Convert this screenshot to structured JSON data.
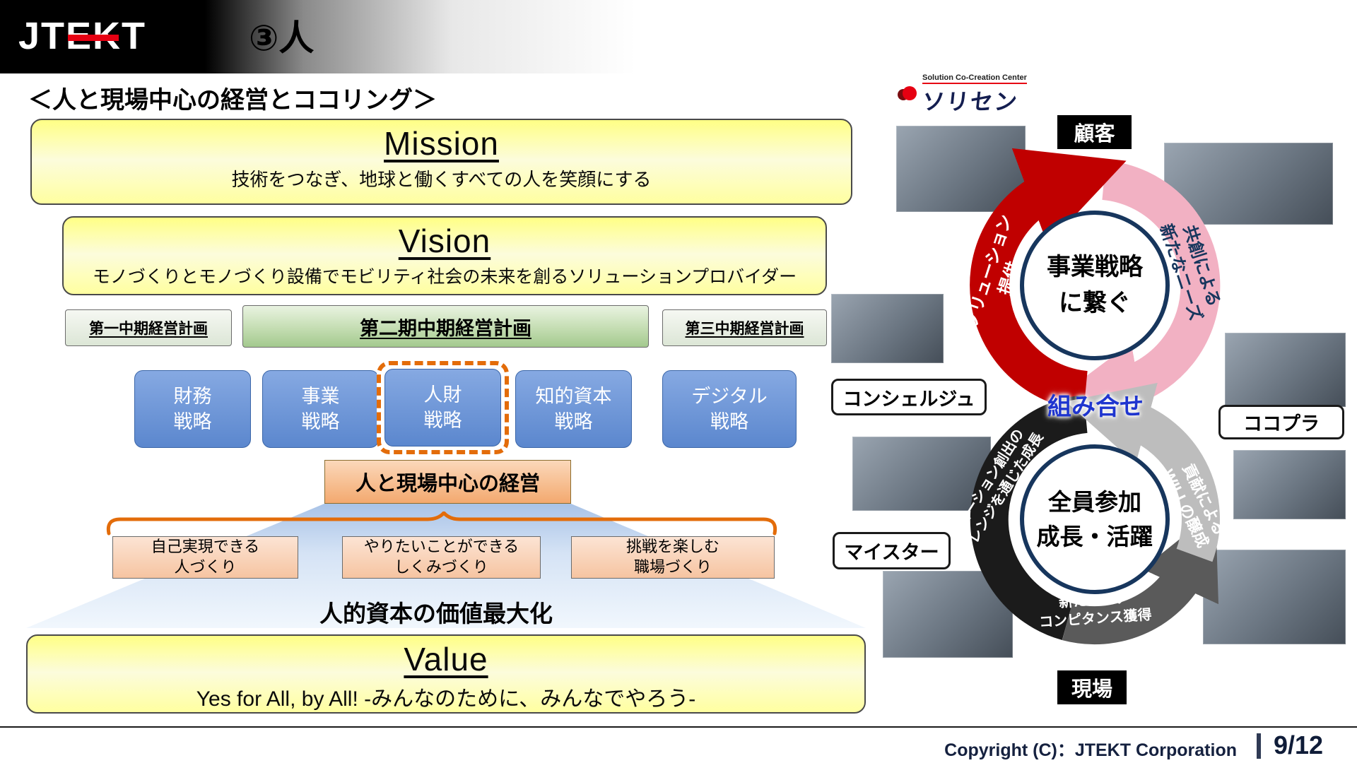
{
  "header": {
    "logo": "JTEKT",
    "title": "③人"
  },
  "subtitle": "＜人と現場中心の経営とココリング＞",
  "left": {
    "mission": {
      "heading": "Mission",
      "text": "技術をつなぎ、地球と働くすべての人を笑顔にする"
    },
    "vision": {
      "heading": "Vision",
      "text": "モノづくりとモノづくり設備でモビリティ社会の未来を創るソリューションプロバイダー"
    },
    "plans": [
      {
        "label": "第一中期経営計画"
      },
      {
        "label": "第二期中期経営計画"
      },
      {
        "label": "第三中期経営計画"
      }
    ],
    "strategies": [
      {
        "label": "財務\n戦略"
      },
      {
        "label": "事業\n戦略"
      },
      {
        "label": "人財\n戦略",
        "highlighted": true
      },
      {
        "label": "知的資本\n戦略"
      },
      {
        "label": "デジタル\n戦略"
      }
    ],
    "management_box": "人と現場中心の経営",
    "pillars": [
      {
        "label": "自己実現できる\n人づくり"
      },
      {
        "label": "やりたいことができる\nしくみづくり"
      },
      {
        "label": "挑戦を楽しむ\n職場づくり"
      }
    ],
    "caption": "人的資本の価値最大化",
    "value": {
      "heading": "Value",
      "text": "Yes for All, by All!  -みんなのために、みんなでやろう-"
    }
  },
  "right": {
    "logo": {
      "small": "Solution Co-Creation Center",
      "name": "ソリセン"
    },
    "labels": {
      "customer": "顧客",
      "genba": "現場",
      "concierge": "コンシェルジュ",
      "cocopla": "ココプラ",
      "meister": "マイスター"
    },
    "top_circle": "事業戦略\nに繋ぐ",
    "bottom_circle": "全員参加\n成長・活躍",
    "junction": "組み合せ",
    "arc_labels": {
      "solution_provide": "ソリューション\n提供",
      "co_creation": "共創による\n新たなニーズ",
      "challenge_growth": "ソリューション創出の\nチャレンジを通じた成長",
      "will": "貢献による\nWILLの醸成",
      "core_competence": "新たなコア\nコンピタンス獲得"
    },
    "colors": {
      "red": "#c00000",
      "pink": "#f2b1c3",
      "black": "#1b1b1b",
      "dark_gray": "#5a5a5a",
      "gray": "#bdbdbd",
      "navy": "#17365d",
      "junction_blue": "#1f35cf"
    }
  },
  "footer": {
    "copyright": "Copyright (C)：JTEKT Corporation",
    "page": "9/12"
  }
}
